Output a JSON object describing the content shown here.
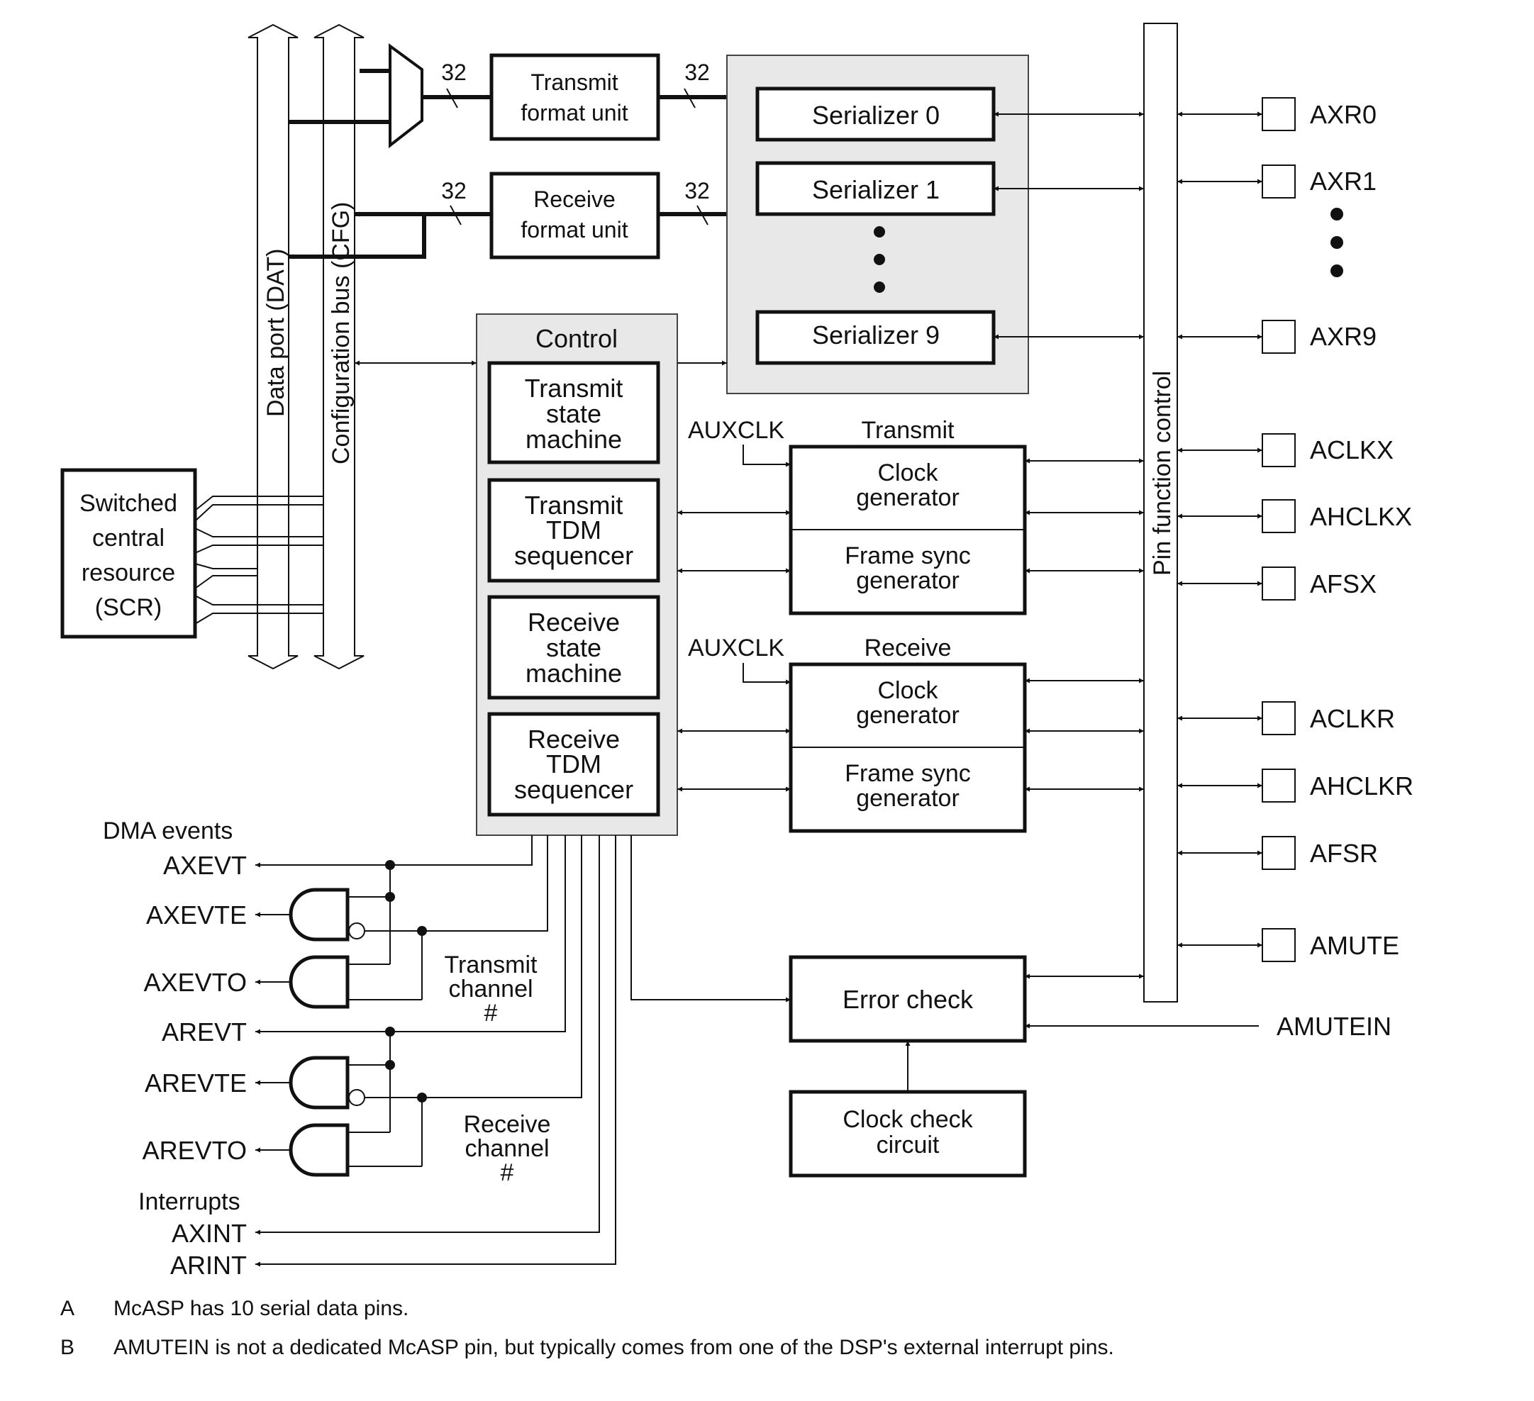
{
  "buses": {
    "data_port": "Data port (DAT)",
    "config_bus": "Configuration bus (CFG)"
  },
  "scr_label": [
    "Switched",
    "central",
    "resource",
    "(SCR)"
  ],
  "bus_width_labels": [
    "32",
    "32",
    "32",
    "32"
  ],
  "transmit_format_unit": [
    "Transmit",
    "format unit"
  ],
  "receive_format_unit": [
    "Receive",
    "format unit"
  ],
  "serializers": [
    "Serializer 0",
    "Serializer 1",
    "Serializer 9"
  ],
  "control": {
    "title": "Control",
    "blocks": [
      [
        "Transmit",
        "state",
        "machine"
      ],
      [
        "Transmit",
        "TDM",
        "sequencer"
      ],
      [
        "Receive",
        "state",
        "machine"
      ],
      [
        "Receive",
        "TDM",
        "sequencer"
      ]
    ]
  },
  "transmit_clock": {
    "aux": "AUXCLK",
    "title": "Transmit",
    "clock_gen": [
      "Clock",
      "generator"
    ],
    "frame_sync": [
      "Frame sync",
      "generator"
    ]
  },
  "receive_clock": {
    "aux": "AUXCLK",
    "title": "Receive",
    "clock_gen": [
      "Clock",
      "generator"
    ],
    "frame_sync": [
      "Frame sync",
      "generator"
    ]
  },
  "pin_function_control": "Pin function control",
  "pins": [
    "AXR0",
    "AXR1",
    "AXR9",
    "ACLKX",
    "AHCLKX",
    "AFSX",
    "ACLKR",
    "AHCLKR",
    "AFSR",
    "AMUTE"
  ],
  "amutein": "AMUTEIN",
  "error_check": "Error check",
  "clock_check": [
    "Clock check",
    "circuit"
  ],
  "dma_events_title": "DMA events",
  "dma_events": [
    "AXEVT",
    "AXEVTE",
    "AXEVTO",
    "AREVT",
    "AREVTE",
    "AREVTO"
  ],
  "transmit_channel": [
    "Transmit",
    "channel",
    "#"
  ],
  "receive_channel": [
    "Receive",
    "channel",
    "#"
  ],
  "interrupts_title": "Interrupts",
  "interrupts": [
    "AXINT",
    "ARINT"
  ],
  "notes": [
    {
      "letter": "A",
      "text": "McASP has 10 serial data pins."
    },
    {
      "letter": "B",
      "text": "AMUTEIN is not a dedicated McASP pin, but typically comes from one of the DSP's external interrupt pins."
    }
  ]
}
